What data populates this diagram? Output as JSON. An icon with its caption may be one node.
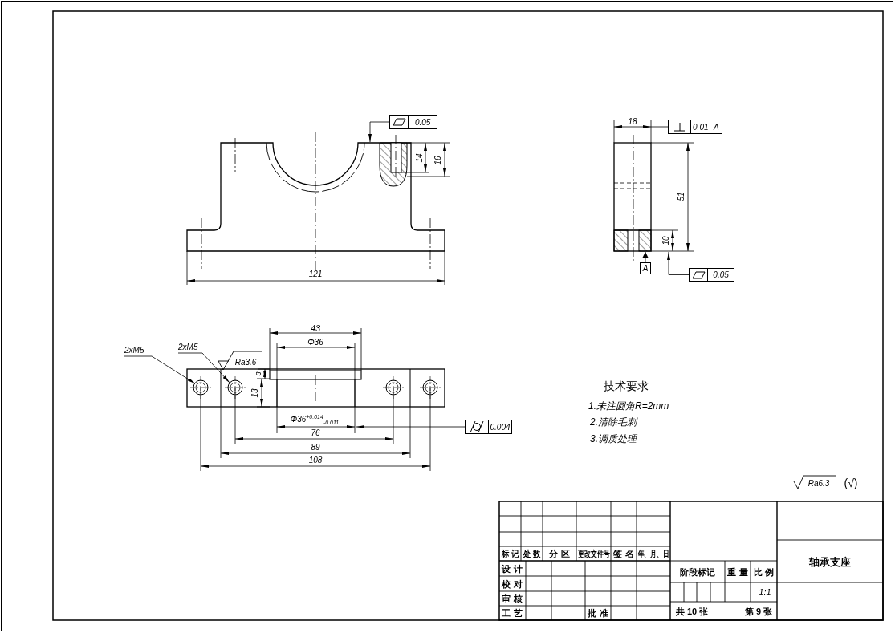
{
  "diagram": {
    "nodes": [
      {
        "text": [
          "0.05"
        ]
      },
      {
        "text": [
          "0.01",
          "A"
        ]
      },
      {
        "text": [
          "A"
        ]
      },
      {
        "text": [
          "0.05"
        ]
      },
      {
        "text": [
          "2xM5"
        ]
      },
      {
        "text": [
          "2xM5"
        ]
      },
      {
        "text": [
          "0.004"
        ]
      },
      {
        "text": [],
        "shape": "picture"
      },
      {
        "text": [],
        "shape": "picture"
      },
      {
        "text": [],
        "shape": "picture"
      }
    ],
    "edges": [
      {
        "from": 0,
        "to": 7,
        "arrow": "to"
      },
      {
        "from": 1,
        "to": 8,
        "arrow": "none"
      },
      {
        "from": 2,
        "to": 8,
        "arrow": "to"
      },
      {
        "from": 3,
        "to": 8,
        "arrow": "to"
      },
      {
        "from": 4,
        "to": 9,
        "arrow": "to"
      },
      {
        "from": 5,
        "to": 9,
        "arrow": "to"
      },
      {
        "from": 6,
        "to": 9,
        "arrow": "to"
      }
    ],
    "labels": [
      "14",
      "16",
      "121",
      "18",
      "51",
      "10",
      "43",
      "Φ36",
      "Ra3.6",
      "3",
      "13",
      "Φ36$^{+0.014}$$_{-0.011}$",
      "76",
      "89",
      "108",
      "技术要求",
      "1.未注圆角R=2mm",
      "2.清除毛刺",
      "3.调质处理",
      "Ra6.3",
      "(√)",
      "标 记",
      "处 数",
      "分 区",
      "更改文件号",
      "签 名",
      "年、月、日",
      "设 计",
      "阶段标记",
      "重 量",
      "比 例",
      "校 对",
      "1:1",
      "审 核",
      "工 艺",
      "批 准",
      "共 10 张",
      "第 9 张",
      "轴承支座"
    ]
  }
}
